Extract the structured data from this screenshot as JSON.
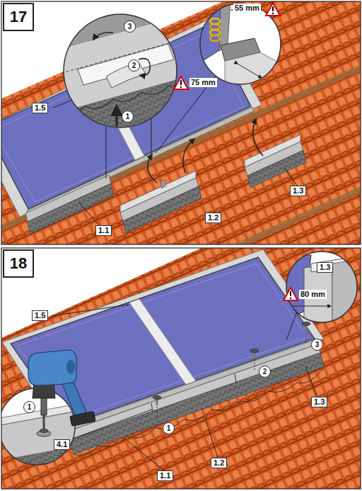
{
  "diagram": {
    "nodes": [
      {
        "text": [
          "17"
        ]
      },
      {
        "text": [
          "18"
        ]
      }
    ],
    "labels": [
      "1.5",
      "3",
      "2",
      "1",
      "55 mm",
      "75 mm",
      "1.1",
      "1.2",
      "1.3",
      "1.5",
      "1.3",
      "80 mm",
      "1",
      "4.1",
      "1",
      "2",
      "3",
      "1.1",
      "1.2",
      "1.3"
    ]
  }
}
